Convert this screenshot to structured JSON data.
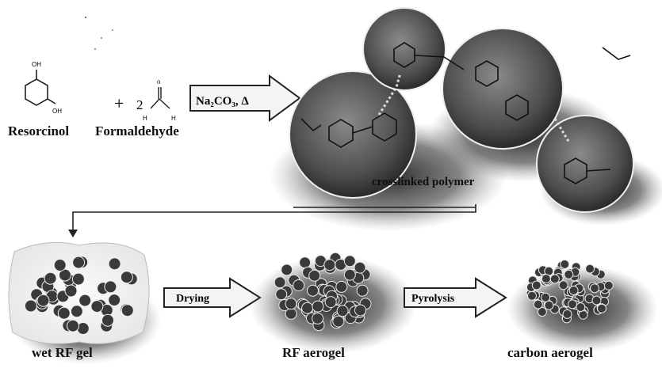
{
  "reactants": {
    "resorcinol_label": "Resorcinol",
    "formaldehyde_label": "Formaldehyde",
    "plus": "+",
    "coefficient": "2",
    "oh_top": "OH",
    "oh_meta": "OH",
    "h_left": "H",
    "h_right": "H"
  },
  "catalyst": {
    "label": "Na₂CO₃, Δ"
  },
  "polymer": {
    "label": "crosslinked polymer"
  },
  "stages": {
    "wet_gel_label": "wet RF gel",
    "drying_label": "Drying",
    "rf_aerogel_label": "RF aerogel",
    "pyrolysis_label": "Pyrolysis",
    "carbon_aerogel_label": "carbon aerogel"
  },
  "colors": {
    "sphere_fill": "#5a5a5a",
    "shadow": "#1a1a1a",
    "particle": "#3c3c3c",
    "arrow_fill": "#f4f4f4"
  }
}
